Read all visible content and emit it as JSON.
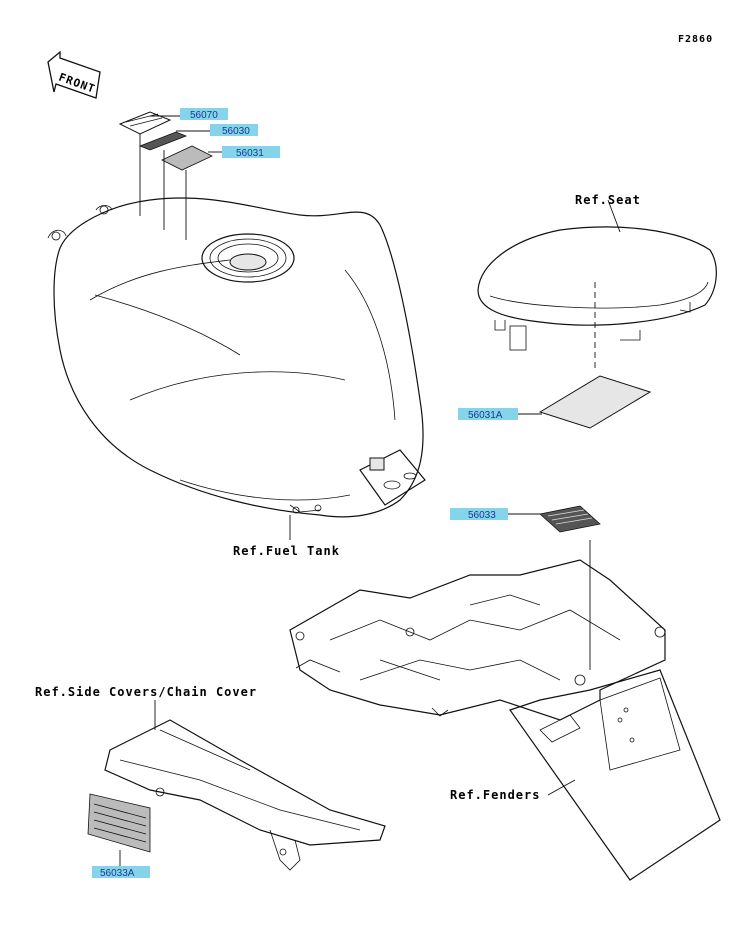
{
  "figure_id": "F2860",
  "front_label": "FRONT",
  "refs": {
    "seat": "Ref.Seat",
    "fuel_tank": "Ref.Fuel Tank",
    "side_covers": "Ref.Side Covers/Chain Cover",
    "fenders": "Ref.Fenders"
  },
  "parts": {
    "p56070": "56070",
    "p56030": "56030",
    "p56031": "56031",
    "p56031A": "56031A",
    "p56033": "56033",
    "p56033A": "56033A"
  },
  "colors": {
    "part_tag": "#86d4ec",
    "line": "#111111"
  }
}
